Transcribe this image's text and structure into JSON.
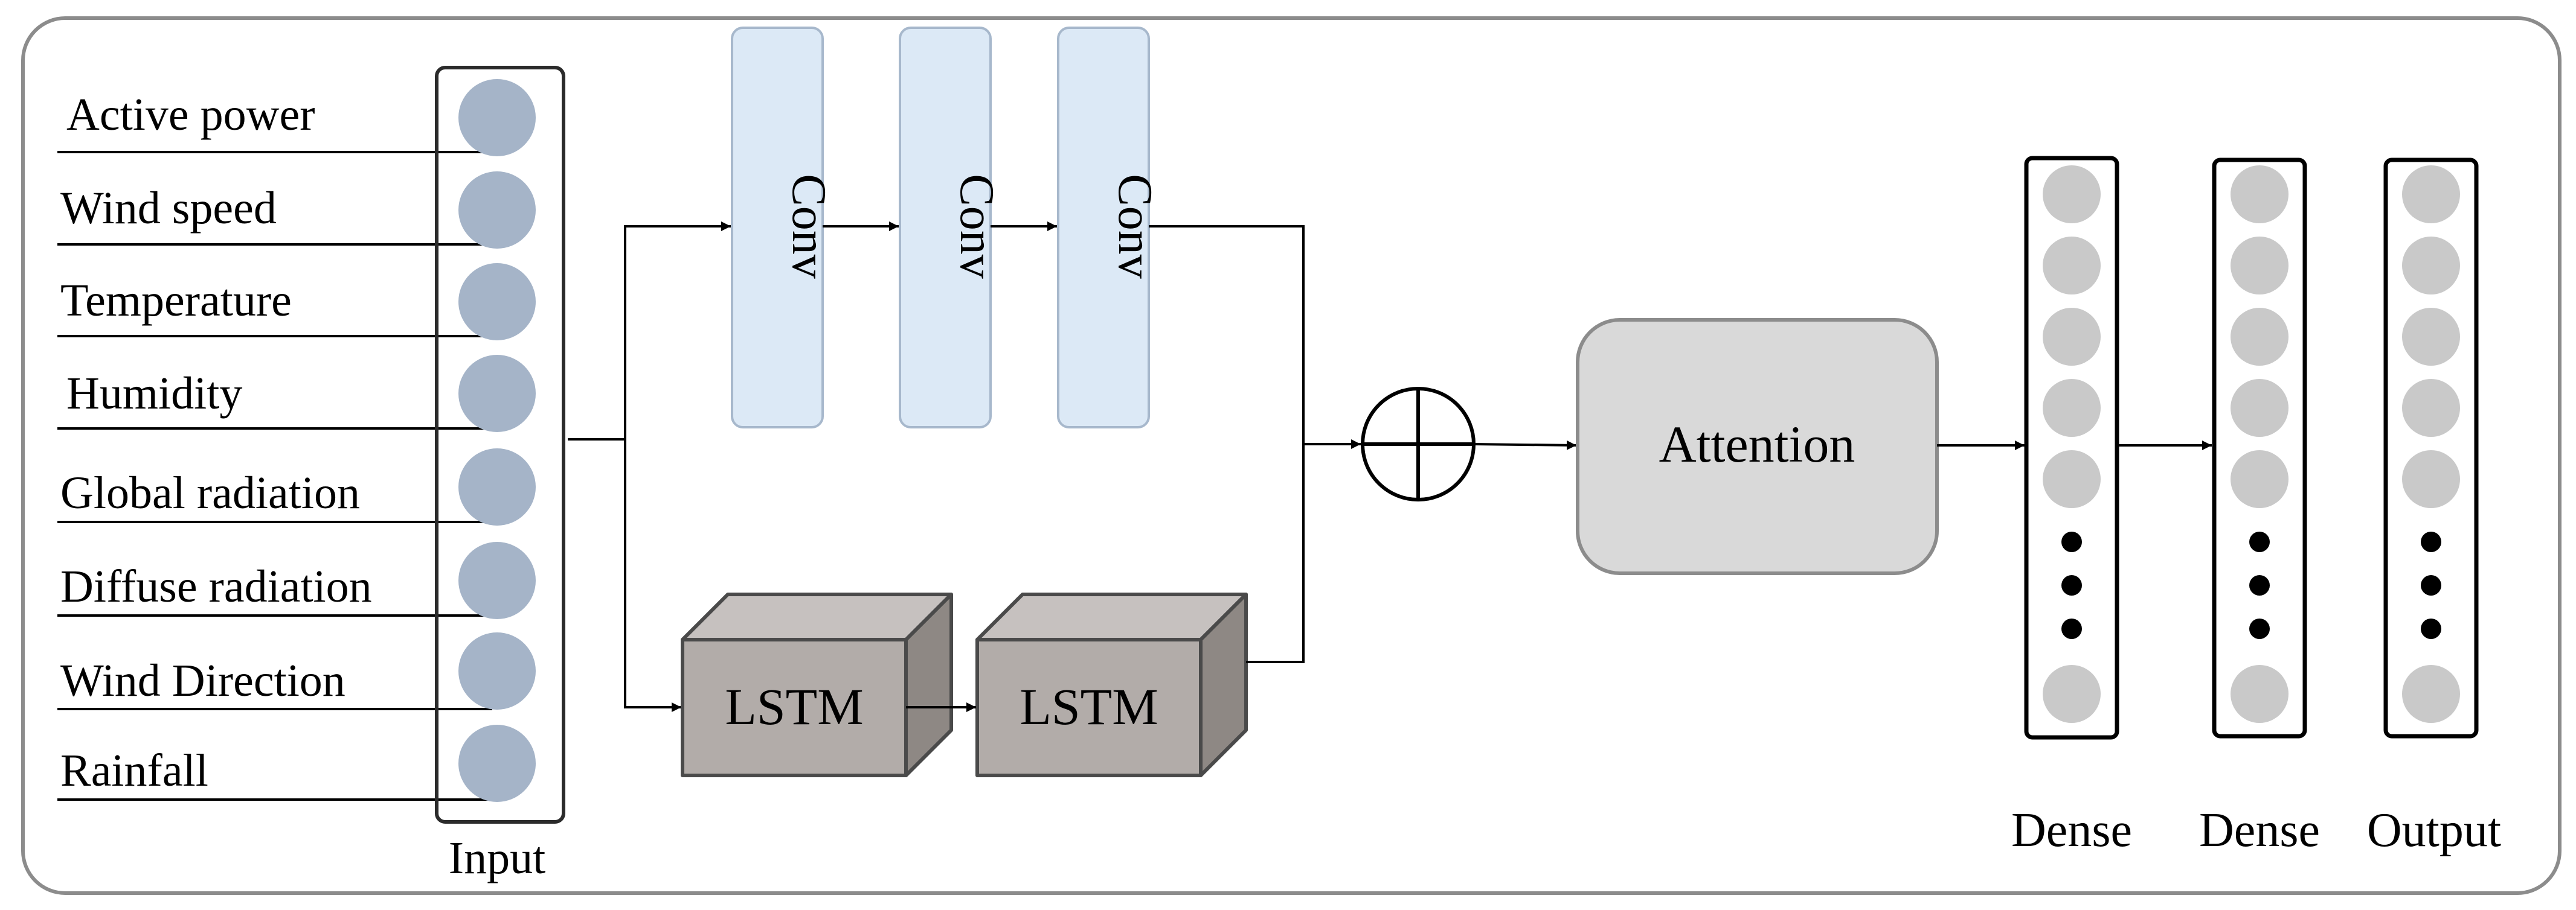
{
  "input": {
    "features": [
      "Active power",
      "Wind speed",
      "Temperature",
      "Humidity",
      "Global radiation",
      "Diffuse radiation",
      "Wind Direction",
      "Rainfall"
    ],
    "caption": "Input"
  },
  "conv": {
    "labels": [
      "Conv",
      "Conv",
      "Conv"
    ]
  },
  "lstm": {
    "labels": [
      "LSTM",
      "LSTM"
    ]
  },
  "attention": {
    "label": "Attention"
  },
  "columns": {
    "labels": [
      "Dense",
      "Dense",
      "Output"
    ]
  },
  "colors": {
    "frame": "#8c8c8c",
    "input_node": "#a5b4c8",
    "conv_fill": "#dce9f6",
    "conv_stroke": "#a7b8cc",
    "lstm_front": "#b2aca9",
    "lstm_top": "#c6c1bf",
    "lstm_side": "#8e8884",
    "lstm_stroke": "#4a4a4a",
    "attention_fill": "#d9d9d9",
    "attention_stroke": "#8c8c8c",
    "dense_node": "#c9c9c9"
  }
}
